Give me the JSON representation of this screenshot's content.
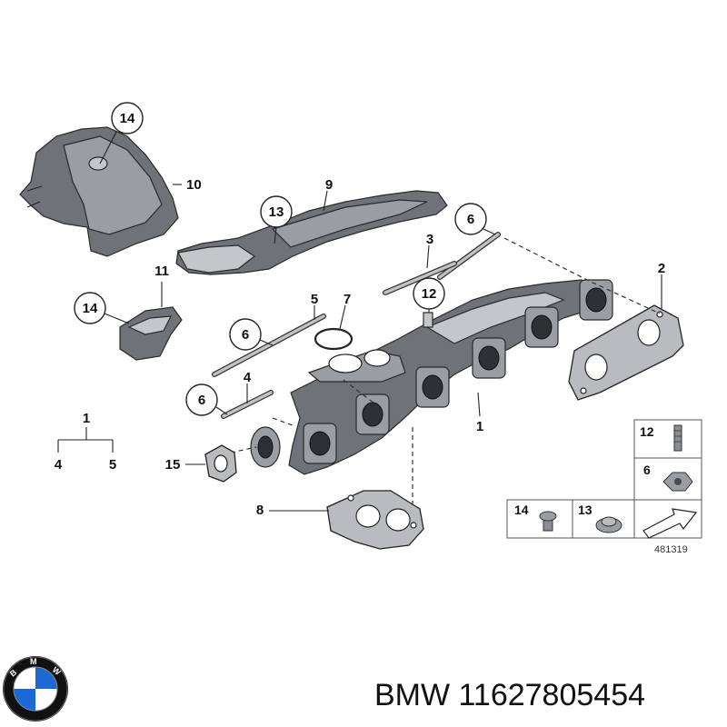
{
  "callouts": {
    "c14a": "14",
    "c10": "10",
    "c13": "13",
    "c9": "9",
    "c6a": "6",
    "c3": "3",
    "c2": "2",
    "c11": "11",
    "c14b": "14",
    "c12": "12",
    "c5": "5",
    "c7": "7",
    "c6b": "6",
    "c4": "4",
    "c6c": "6",
    "c1": "1",
    "c1tree": "1",
    "c4tree": "4",
    "c5tree": "5",
    "c15": "15",
    "c8": "8"
  },
  "legend": {
    "r12": "12",
    "r6": "6",
    "r14": "14",
    "r13": "13"
  },
  "reference_number": "481319",
  "brand": {
    "logo_letters": "BMW",
    "label": "BMW 11627805454"
  },
  "colors": {
    "part_dark": "#6f7276",
    "logo_blue": "#1c69d4",
    "logo_ring": "#111111"
  }
}
